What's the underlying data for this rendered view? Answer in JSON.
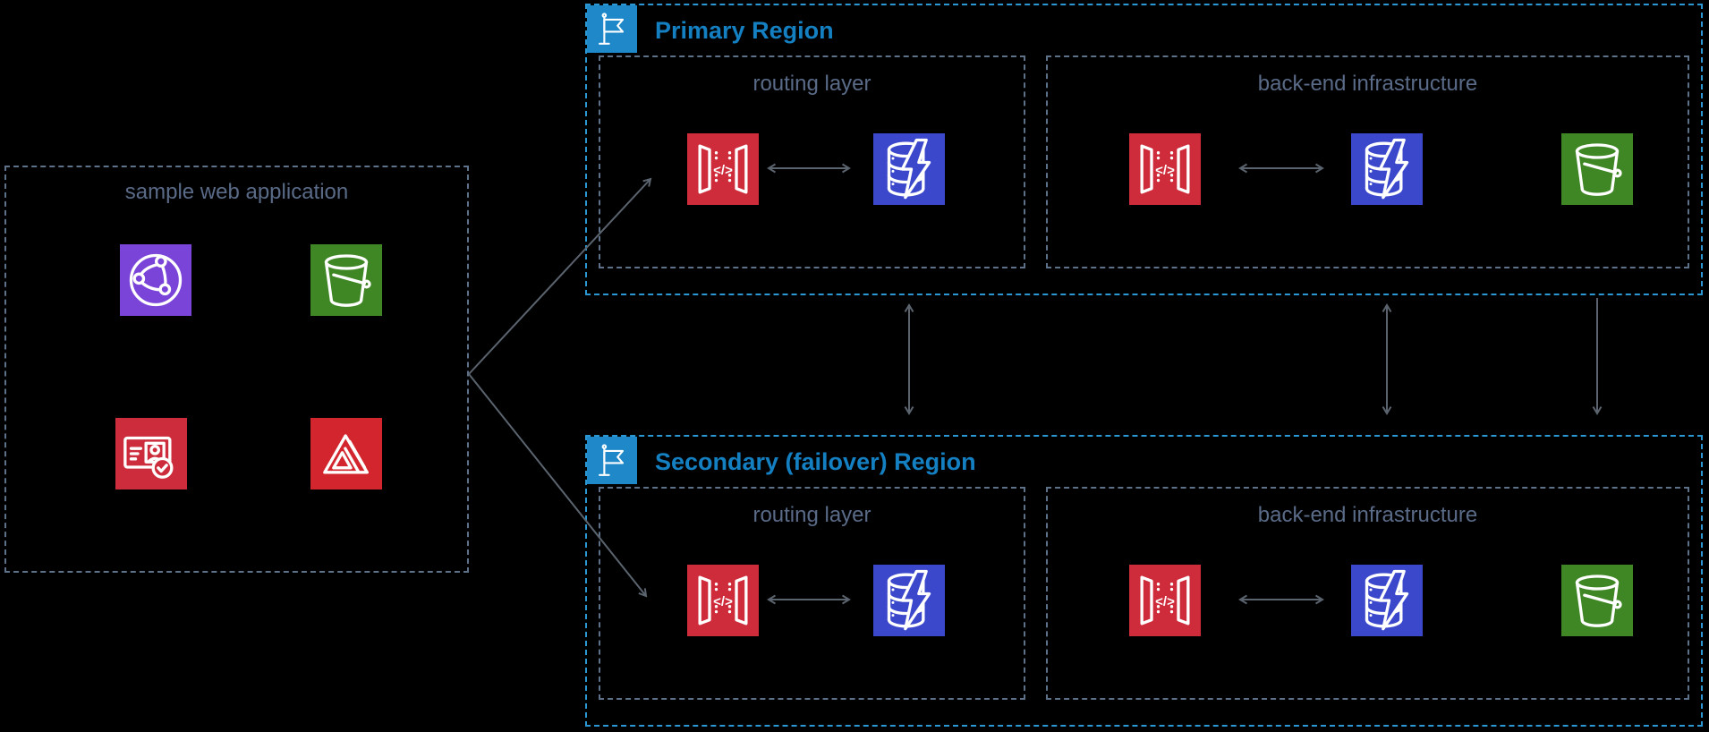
{
  "app_group": {
    "title": "sample web application",
    "services": [
      {
        "name": "Amazon CloudFront",
        "icon": "cloudfront-icon",
        "color": "#7b44d8"
      },
      {
        "name": "Amazon S3 bucket",
        "icon": "s3-bucket-icon",
        "color": "#3f8624"
      },
      {
        "name": "Amazon Cognito",
        "icon": "cognito-icon",
        "color": "#cd2c3c"
      },
      {
        "name": "AWS Amplify",
        "icon": "amplify-icon",
        "color": "#d2252e"
      }
    ]
  },
  "regions": [
    {
      "title": "Primary Region",
      "flag_icon": "region-flag-icon",
      "groups": [
        {
          "title": "routing layer",
          "services": [
            {
              "name": "Amazon API Gateway",
              "icon": "api-gateway-icon",
              "color": "#ce2b3b"
            },
            {
              "name": "Amazon DynamoDB",
              "icon": "dynamodb-icon",
              "color": "#3b48cc"
            }
          ]
        },
        {
          "title": "back-end infrastructure",
          "services": [
            {
              "name": "Amazon API Gateway",
              "icon": "api-gateway-icon",
              "color": "#ce2b3b"
            },
            {
              "name": "Amazon DynamoDB",
              "icon": "dynamodb-icon",
              "color": "#3b48cc"
            },
            {
              "name": "Amazon S3 bucket",
              "icon": "s3-bucket-icon",
              "color": "#3f8624"
            }
          ]
        }
      ]
    },
    {
      "title": "Secondary (failover) Region",
      "flag_icon": "region-flag-icon",
      "groups": [
        {
          "title": "routing layer",
          "services": [
            {
              "name": "Amazon API Gateway",
              "icon": "api-gateway-icon",
              "color": "#ce2b3b"
            },
            {
              "name": "Amazon DynamoDB",
              "icon": "dynamodb-icon",
              "color": "#3b48cc"
            }
          ]
        },
        {
          "title": "back-end infrastructure",
          "services": [
            {
              "name": "Amazon API Gateway",
              "icon": "api-gateway-icon",
              "color": "#ce2b3b"
            },
            {
              "name": "Amazon DynamoDB",
              "icon": "dynamodb-icon",
              "color": "#3b48cc"
            },
            {
              "name": "Amazon S3 bucket",
              "icon": "s3-bucket-icon",
              "color": "#3f8624"
            }
          ]
        }
      ]
    }
  ],
  "icons": {
    "api_gateway_glyph": "</>"
  },
  "connections": [
    {
      "from": "sample web application",
      "to": "Primary Region routing layer",
      "style": "one-way"
    },
    {
      "from": "sample web application",
      "to": "Secondary (failover) Region routing layer",
      "style": "one-way"
    },
    {
      "from": "API Gateway",
      "to": "DynamoDB",
      "scope": "within each routing layer and back-end infrastructure",
      "style": "bidirectional"
    },
    {
      "from": "Primary routing layer DynamoDB",
      "to": "Secondary routing layer DynamoDB",
      "style": "bidirectional"
    },
    {
      "from": "Primary back-end DynamoDB",
      "to": "Secondary back-end DynamoDB",
      "style": "bidirectional"
    },
    {
      "from": "Primary back-end S3 bucket",
      "to": "Secondary back-end S3 bucket",
      "style": "one-way"
    }
  ],
  "colors": {
    "background": "#000000",
    "region_border": "#2b98d4",
    "group_border": "#5d7189",
    "label_text": "#5a6b88",
    "region_title_text": "#1480c2",
    "flag_background": "#1e88c9",
    "arrow": "#5b646e"
  }
}
